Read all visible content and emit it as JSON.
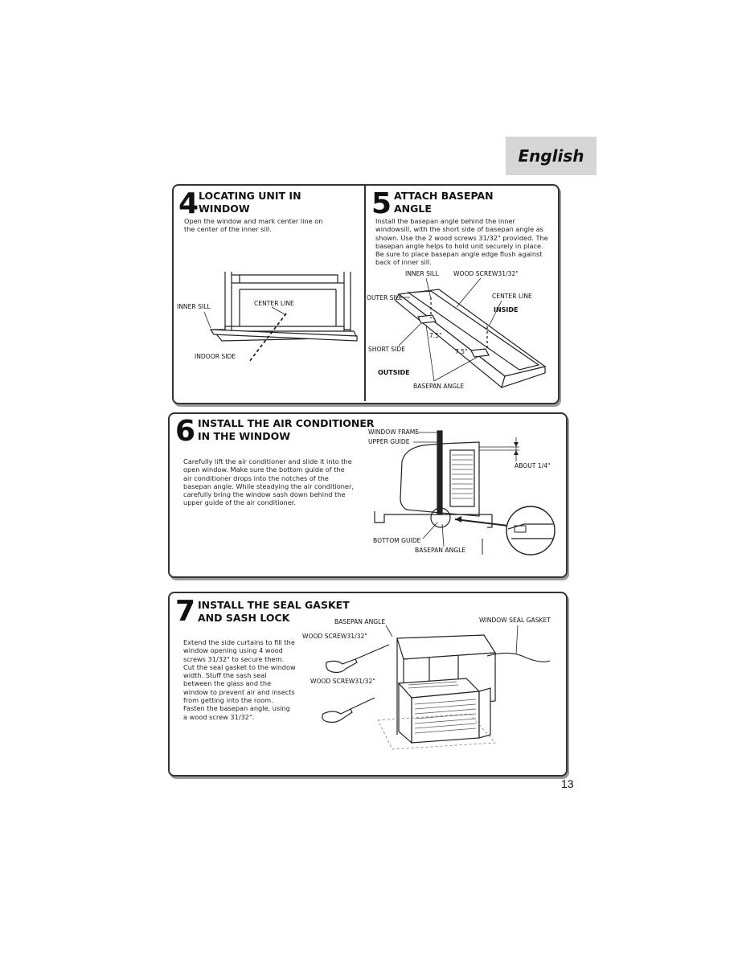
{
  "header": {
    "language": "English"
  },
  "step4": {
    "number": "4",
    "title_line1": "LOCATING UNIT IN",
    "title_line2": "WINDOW",
    "body": "Open the window and mark center line on the center of the inner sill.",
    "labels": {
      "inner_sill": "INNER SILL",
      "center_line": "CENTER LINE",
      "indoor_side": "INDOOR SIDE"
    }
  },
  "step5": {
    "number": "5",
    "title_line1": "ATTACH BASEPAN",
    "title_line2": "ANGLE",
    "body": "Install the basepan angle behind the inner windowsill, with the short side of basepan angle as shown. Use the 2 wood screws 31/32\" provided. The basepan angle helps to hold unit securely in place. Be sure to place basepan angle edge flush against back of inner sill.",
    "labels": {
      "inner_sill": "INNER SILL",
      "wood_screw": "WOOD SCREW31/32\"",
      "outer_sill": "OUTER SILL",
      "center_line": "CENTER LINE",
      "inside": "INSIDE",
      "dim1": "7.5\"",
      "dim2": "7.5\"",
      "short_side": "SHORT SIDE",
      "outside": "OUTSIDE",
      "basepan_angle": "BASEPAN ANGLE"
    }
  },
  "step6": {
    "number": "6",
    "title_line1": "INSTALL THE AIR CONDITIONER",
    "title_line2": "IN THE WINDOW",
    "body": "Carefully lift the air conditioner and slide it into the open window. Make sure the bottom guide of the air conditioner drops into the notches of the basepan angle. While steadying the air conditioner, carefully bring the window sash down behind the upper guide of the air conditioner.",
    "labels": {
      "window_frame": "WINDOW FRAME",
      "upper_guide": "UPPER GUIDE",
      "about": "ABOUT 1/4\"",
      "bottom_guide": "BOTTOM GUIDE",
      "basepan_angle": "BASEPAN ANGLE"
    }
  },
  "step7": {
    "number": "7",
    "title_line1": "INSTALL THE SEAL GASKET",
    "title_line2": "AND SASH LOCK",
    "body": "Extend the side curtains to fill the window opening using 4 wood screws 31/32\" to secure them. Cut the seal gasket to the window width. Stuff the sash seal between the glass and the window to prevent air and insects from getting into the room. Fasten the basepan angle, using a wood screw 31/32\".",
    "labels": {
      "basepan_angle": "BASEPAN ANGLE",
      "window_seal_gasket": "WINDOW SEAL GASKET",
      "wood_screw_1": "WOOD SCREW31/32\"",
      "wood_screw_2": "WOOD SCREW31/32\""
    }
  },
  "footer": {
    "page_number": "13"
  }
}
